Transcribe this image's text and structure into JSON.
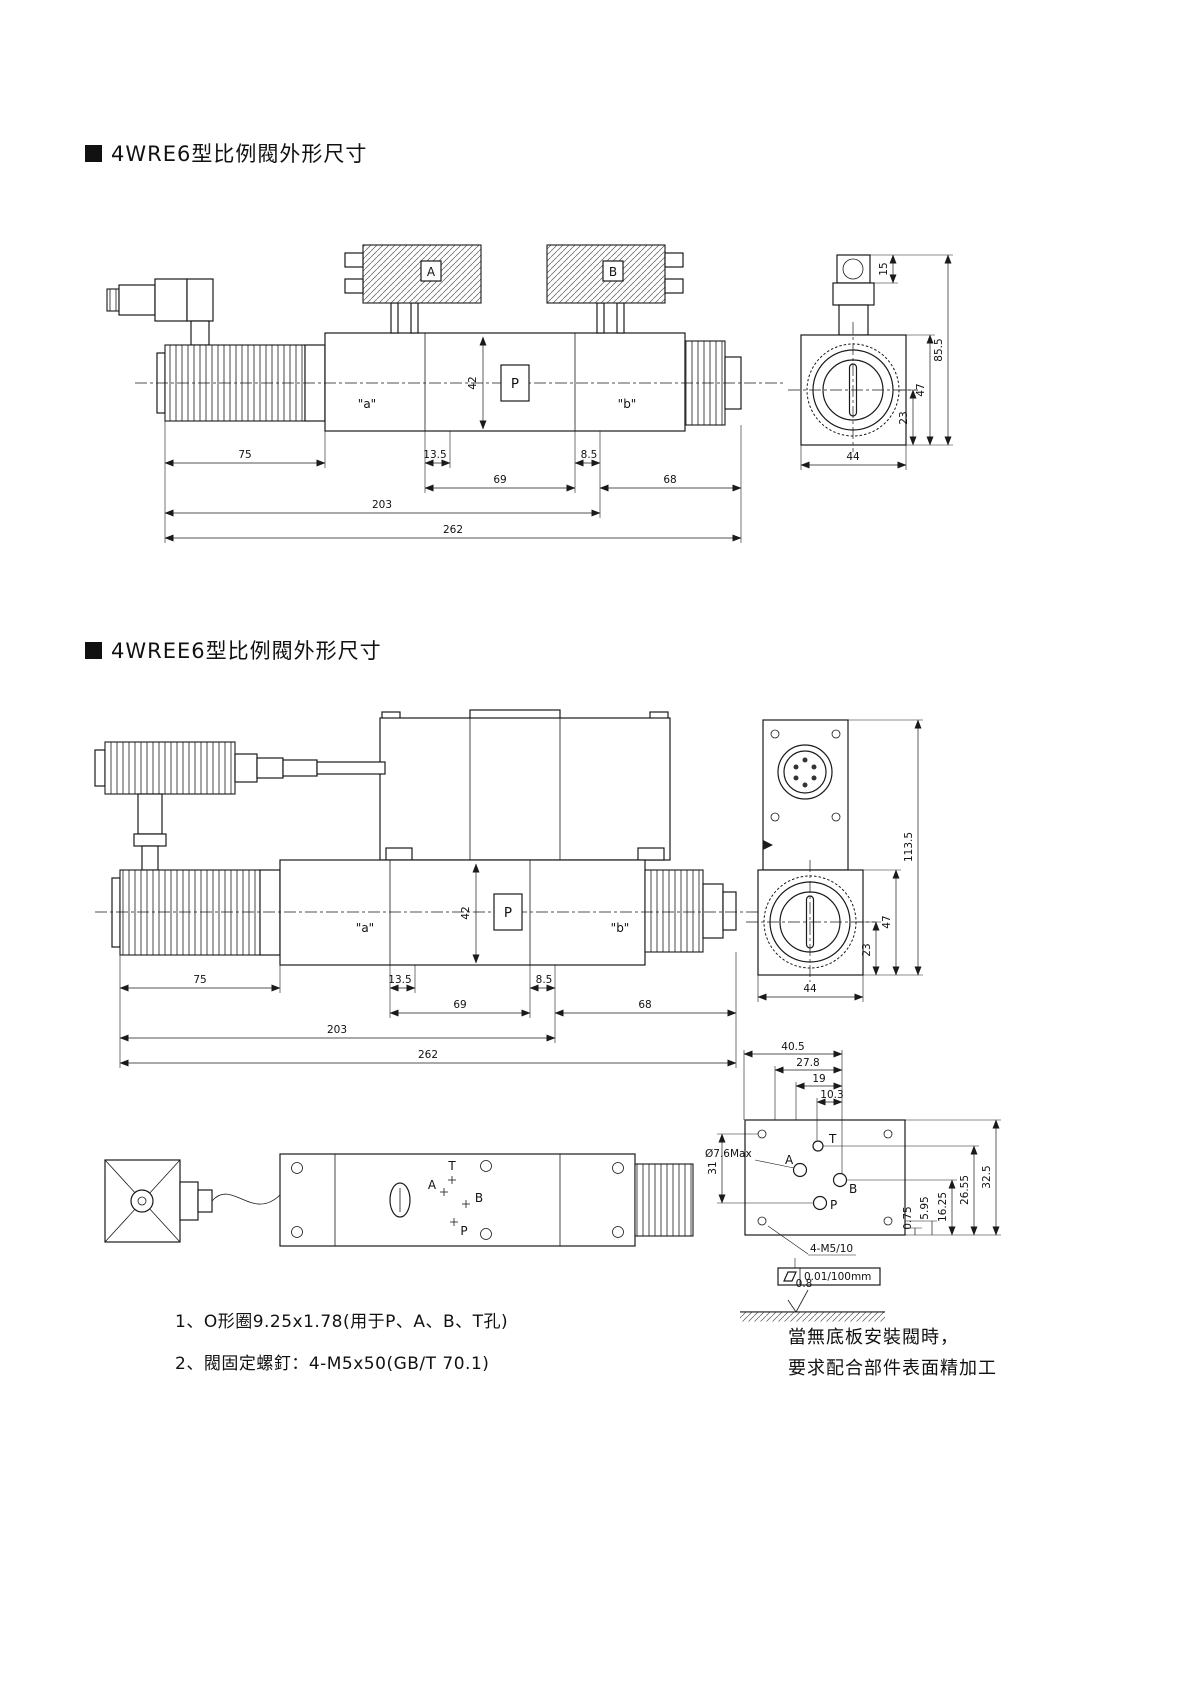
{
  "page": {
    "title1": "4WRE6型比例閥外形尺寸",
    "title2": "4WREE6型比例閥外形尺寸"
  },
  "d1": {
    "label_a": "\"a\"",
    "label_b": "\"b\"",
    "coil_a": "A",
    "coil_b": "B",
    "port_p": "P",
    "dims": {
      "w75": "75",
      "w13_5": "13.5",
      "w69": "69",
      "w8_5": "8.5",
      "w68": "68",
      "w203": "203",
      "w262": "262",
      "h42": "42"
    }
  },
  "e1": {
    "dims": {
      "h15": "15",
      "h85_5": "85.5",
      "h47": "47",
      "h23": "23",
      "w44": "44"
    }
  },
  "d2": {
    "label_a": "\"a\"",
    "label_b": "\"b\"",
    "port_p": "P",
    "dims": {
      "w75": "75",
      "w13_5": "13.5",
      "w69": "69",
      "w8_5": "8.5",
      "w68": "68",
      "w203": "203",
      "w262": "262",
      "h42": "42"
    }
  },
  "e2": {
    "dims": {
      "h113_5": "113.5",
      "h47": "47",
      "h23": "23",
      "w44": "44"
    }
  },
  "tv": {
    "t": "T",
    "a": "A",
    "b": "B",
    "p": "P"
  },
  "mp": {
    "dia": "Ø7.6Max",
    "t": "T",
    "a": "A",
    "b": "B",
    "p": "P",
    "screw": "4-M5/10",
    "flatness": "0.01/100mm",
    "roughness": "0.8",
    "dims": {
      "w40_5": "40.5",
      "w27_8": "27.8",
      "w19": "19",
      "w10_3": "10.3",
      "h31": "31",
      "h32_5": "32.5",
      "h26_55": "26.55",
      "h16_25": "16.25",
      "h5_95": "5.95",
      "h0_75": "0.75"
    }
  },
  "notes": {
    "n1": "1、O形圈9.25x1.78(用于P、A、B、T孔)",
    "n2": "2、閥固定螺釘：4-M5x50(GB/T 70.1)",
    "n3a": "當無底板安裝閥時，",
    "n3b": "要求配合部件表面精加工"
  }
}
